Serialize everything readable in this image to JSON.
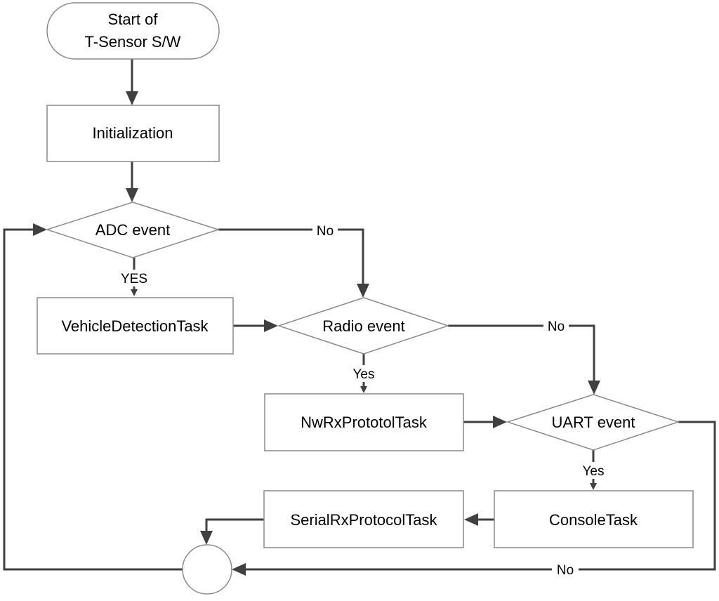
{
  "nodes": {
    "start_line1": "Start of",
    "start_line2": "T-Sensor S/W",
    "init": "Initialization",
    "adc": "ADC event",
    "vehicle": "VehicleDetectionTask",
    "radio": "Radio event",
    "nwrx": "NwRxPrototolTask",
    "uart": "UART event",
    "console": "ConsoleTask",
    "serial": "SerialRxProtocolTask"
  },
  "edge_labels": {
    "adc_no": "No",
    "adc_yes": "YES",
    "radio_no": "No",
    "radio_yes": "Yes",
    "uart_yes": "Yes",
    "uart_no": "No"
  }
}
